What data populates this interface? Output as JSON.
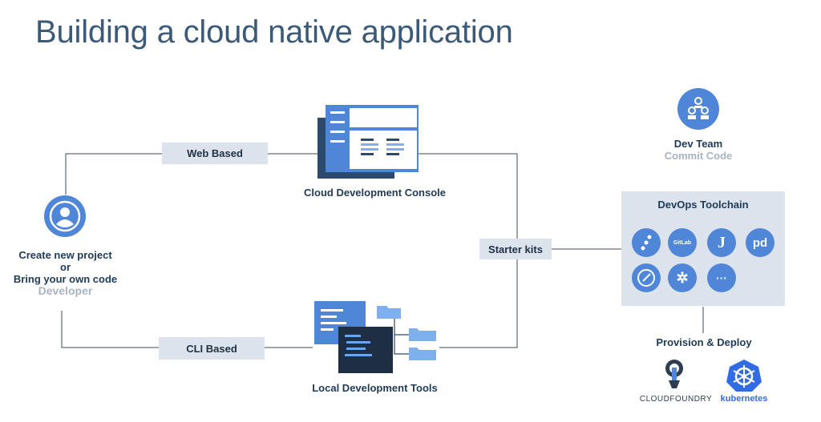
{
  "title": "Building a cloud native application",
  "developer": {
    "line1": "Create new project",
    "line2": "or",
    "line3": "Bring your own code",
    "role": "Developer"
  },
  "edges": {
    "web": "Web Based",
    "cli": "CLI Based",
    "starter": "Starter kits"
  },
  "console": {
    "label": "Cloud Development Console"
  },
  "local": {
    "label": "Local Development Tools"
  },
  "team": {
    "title": "Dev Team",
    "subtitle": "Commit Code"
  },
  "toolchain": {
    "title": "DevOps Toolchain",
    "tools": [
      {
        "icon": "dots-icon",
        "glyph": ""
      },
      {
        "icon": "gitlab-icon",
        "glyph": "GitLab"
      },
      {
        "icon": "jenkins-icon",
        "glyph": "J"
      },
      {
        "icon": "pagerduty-icon",
        "glyph": "pd"
      },
      {
        "icon": "gauge-icon",
        "glyph": ""
      },
      {
        "icon": "gear-icon",
        "glyph": "✲"
      },
      {
        "icon": "more-icon",
        "glyph": "···"
      }
    ]
  },
  "deploy": {
    "label": "Provision & Deploy",
    "cloudfoundry": "CLOUDFOUNDRY",
    "kubernetes": "kubernetes"
  },
  "colors": {
    "accent": "#4f86d8",
    "dark": "#2c4a6e",
    "tag": "#dde3ec"
  }
}
